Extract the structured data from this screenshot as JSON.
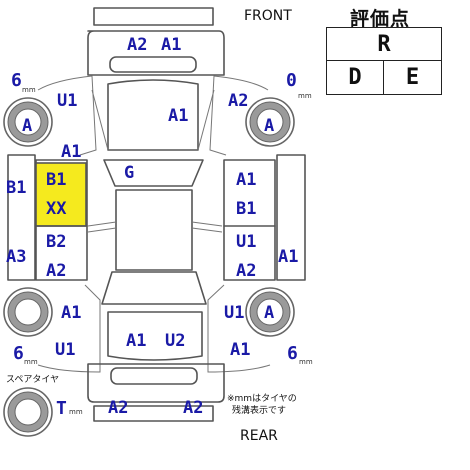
{
  "labels": {
    "front": "FRONT",
    "rear": "REAR",
    "spare_tire": "スペアタイヤ",
    "tire_note_line1": "※mmはタイヤの",
    "tire_note_line2": "残溝表示です"
  },
  "tires": {
    "front_left_depth": "6",
    "front_right_depth": "0",
    "rear_left_depth": "6",
    "rear_right_depth": "6",
    "spare_depth": "T",
    "unit": "mm"
  },
  "evaluation": {
    "title": "評価点",
    "overall": "R",
    "exterior": "D",
    "interior": "E"
  },
  "codes": {
    "front_bumper_1": "A2",
    "front_bumper_2": "A1",
    "hood": "A1",
    "windshield": "G",
    "front_left_fender": "U1",
    "front_right_fender": "A2",
    "front_left_wheel": "A",
    "front_right_wheel": "A",
    "left_front_pillar": "A1",
    "left_front_door_1": "B1",
    "left_front_door_2": "XX",
    "left_rear_door_1": "B2",
    "left_rear_door_2": "A2",
    "left_sill_front": "B1",
    "left_sill_rear": "A3",
    "right_front_door_1": "A1",
    "right_front_door_2": "B1",
    "right_rear_door_1": "U1",
    "right_rear_door_2": "A2",
    "right_sill": "A1",
    "left_rear_pillar": "A1",
    "right_rear_wheel": "A",
    "right_rear_pillar": "U1",
    "rear_left_fender": "U1",
    "rear_right_fender": "A1",
    "trunk_1": "A1",
    "trunk_2": "U2",
    "rear_bumper_1": "A2",
    "rear_bumper_2": "A2"
  },
  "colors": {
    "code_text": "#1a1aa6",
    "highlight": "#f5ea1e",
    "tire_fill": "#9a9a9a",
    "outline": "#555555"
  }
}
